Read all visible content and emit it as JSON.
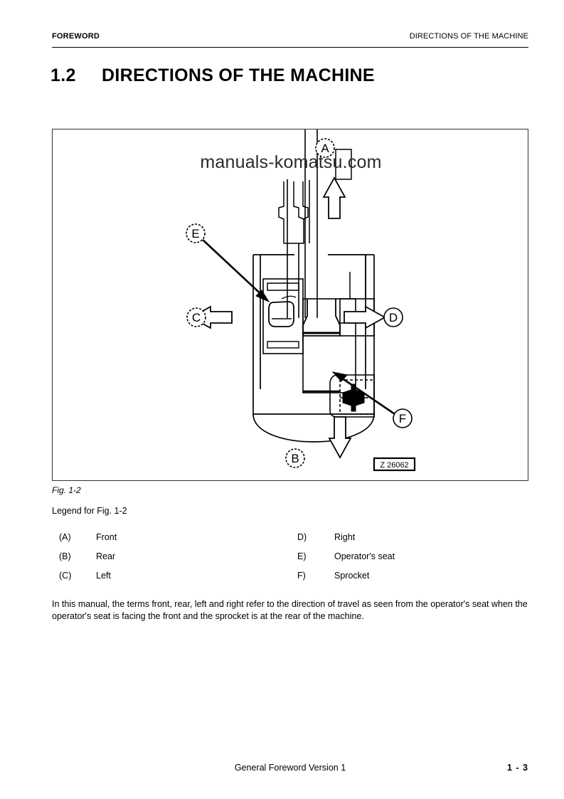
{
  "header": {
    "left": "FOREWORD",
    "right": "DIRECTIONS OF THE MACHINE"
  },
  "title": {
    "number": "1.2",
    "text": "DIRECTIONS OF THE MACHINE"
  },
  "figure": {
    "watermark": "manuals-komatsu.com",
    "ref_code": "Z 26062",
    "caption": "Fig. 1-2",
    "callouts": [
      {
        "label": "A",
        "meaning": "front-direction-arrow"
      },
      {
        "label": "B",
        "meaning": "rear-direction-arrow"
      },
      {
        "label": "C",
        "meaning": "left-direction-arrow"
      },
      {
        "label": "D",
        "meaning": "right-direction-arrow"
      },
      {
        "label": "E",
        "meaning": "operators-seat-pointer"
      },
      {
        "label": "F",
        "meaning": "sprocket-pointer"
      }
    ]
  },
  "legend": {
    "title": "Legend for Fig. 1-2",
    "rows": [
      {
        "left_key": "(A)",
        "left_val": "Front",
        "right_key": "D)",
        "right_val": "Right"
      },
      {
        "left_key": "(B)",
        "left_val": "Rear",
        "right_key": "E)",
        "right_val": "Operator's seat"
      },
      {
        "left_key": "(C)",
        "left_val": "Left",
        "right_key": "F)",
        "right_val": "Sprocket"
      }
    ]
  },
  "body": {
    "paragraph": "In this manual, the terms front, rear, left and right refer to the direction of travel as seen from the operator's seat when the operator's seat is facing the front and the sprocket is at the rear of the machine."
  },
  "footer": {
    "center": "General Foreword Version 1",
    "page": "1 - 3"
  },
  "colors": {
    "ink": "#000000",
    "frame": "#333333",
    "watermark": "#2b2b2b"
  }
}
